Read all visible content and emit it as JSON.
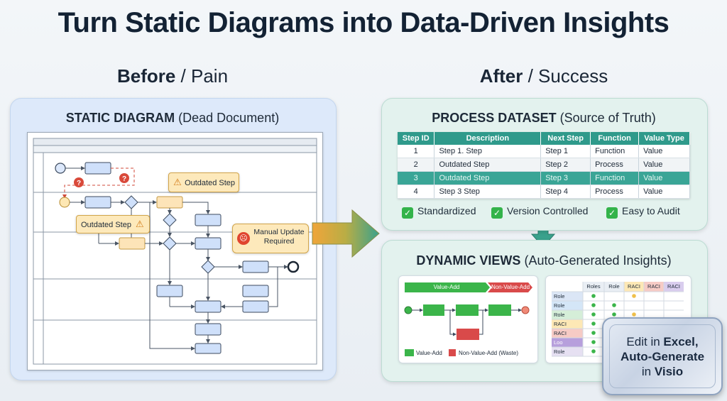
{
  "title": "Turn Static Diagrams into Data-Driven Insights",
  "before": {
    "heading_bold": "Before",
    "heading_rest": "/ Pain"
  },
  "after": {
    "heading_bold": "After",
    "heading_rest": "/ Success"
  },
  "static_panel": {
    "title_bold": "STATIC DIAGRAM",
    "title_rest": "(Dead Document)",
    "callouts": {
      "outdated_step_1": "Outdated Step",
      "outdated_step_2": "Outdated Step",
      "manual_update": "Manual Update Required"
    },
    "question_mark": "?"
  },
  "dataset_panel": {
    "title_bold": "PROCESS DATASET",
    "title_rest": "(Source of Truth)",
    "columns": [
      "Step ID",
      "Description",
      "Next Step",
      "Function",
      "Value Type"
    ],
    "rows": [
      [
        "1",
        "Step 1. Step",
        "Step 1",
        "Function",
        "Value"
      ],
      [
        "2",
        "Outdated Step",
        "Step 2",
        "Process",
        "Value"
      ],
      [
        "3",
        "Outdated Step",
        "Step 3",
        "Function",
        "Value"
      ],
      [
        "4",
        "Step 3 Step",
        "Step 4",
        "Process",
        "Value"
      ]
    ],
    "checks": [
      "Standardized",
      "Version Controlled",
      "Easy to Audit"
    ]
  },
  "views_panel": {
    "title_bold": "DYNAMIC VIEWS",
    "title_rest": "(Auto-Generated Insights)",
    "flow_card": {
      "band_value_add": "Value-Add",
      "band_non_value_add": "Non-Value-Add",
      "legend_value_add": "Value-Add",
      "legend_non_value_add": "Non-Value-Add (Waste)",
      "colors": {
        "value_add": "#3bb54a",
        "non_value_add": "#d94a4a"
      }
    },
    "raci_card": {
      "headers": [
        "Roles",
        "Role",
        "RACI",
        "RACI",
        "RACI"
      ],
      "row_labels": [
        "Role",
        "Role",
        "Role",
        "RACI",
        "RACI",
        "Loo",
        "Role"
      ]
    }
  },
  "badge": {
    "line1_pre": "Edit in ",
    "line1_bold": "Excel,",
    "line2_bold": "Auto-Generate",
    "line3_pre": "in ",
    "line3_bold": "Visio"
  }
}
